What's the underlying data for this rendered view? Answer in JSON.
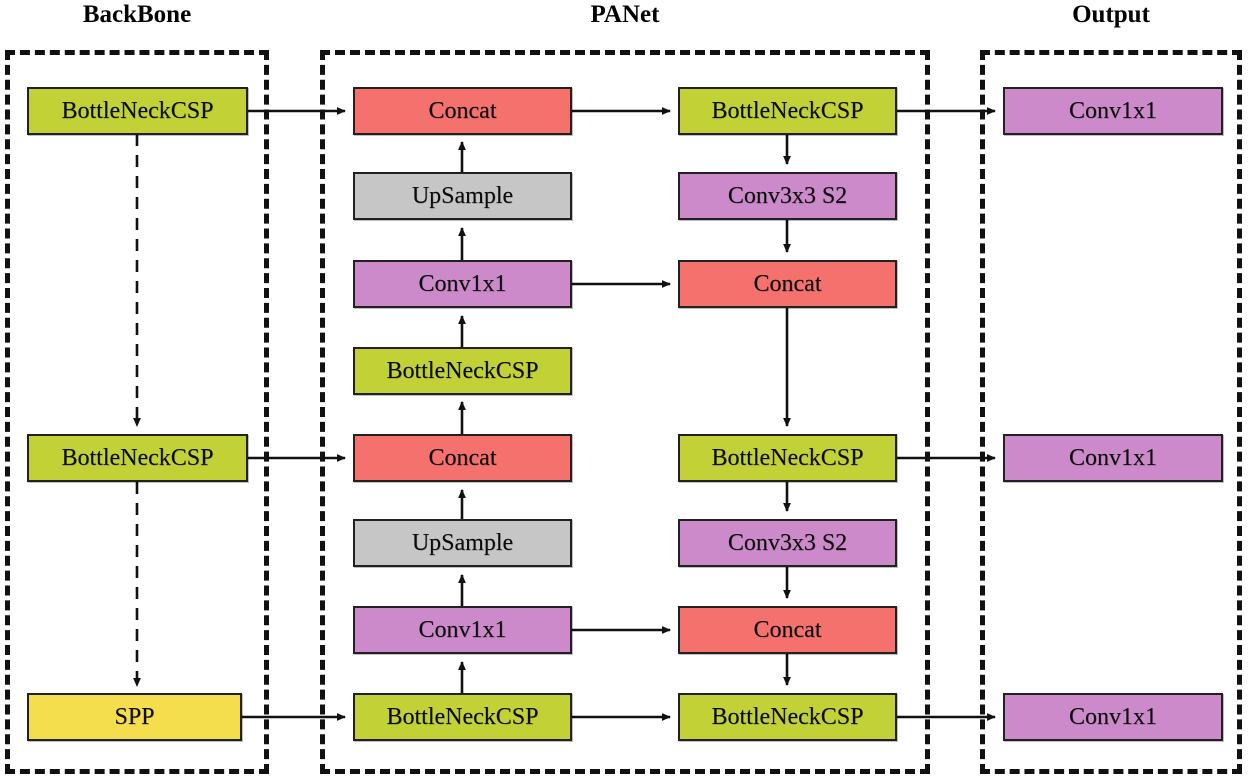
{
  "diagram": {
    "title_font_weight": "bold",
    "colors": {
      "green": "#c2d236",
      "red": "#f4716e",
      "purple": "#cc8acb",
      "gray": "#c6c6c6",
      "yellow": "#f5de4e",
      "stroke": "#212121",
      "dashed_border": "#111111",
      "background": "#ffffff"
    },
    "sections": [
      {
        "id": "backbone",
        "title": "BackBone"
      },
      {
        "id": "panet",
        "title": "PANet"
      },
      {
        "id": "output",
        "title": "Output"
      }
    ],
    "nodes": {
      "backbone": [
        {
          "id": "bb-csp-1",
          "label": "BottleNeckCSP",
          "color": "green"
        },
        {
          "id": "bb-csp-2",
          "label": "BottleNeckCSP",
          "color": "green"
        },
        {
          "id": "bb-spp",
          "label": "SPP",
          "color": "yellow"
        }
      ],
      "panet_left": [
        {
          "id": "pl-concat-1",
          "label": "Concat",
          "color": "red"
        },
        {
          "id": "pl-up-1",
          "label": "UpSample",
          "color": "gray"
        },
        {
          "id": "pl-conv-1",
          "label": "Conv1x1",
          "color": "purple"
        },
        {
          "id": "pl-csp-1",
          "label": "BottleNeckCSP",
          "color": "green"
        },
        {
          "id": "pl-concat-2",
          "label": "Concat",
          "color": "red"
        },
        {
          "id": "pl-up-2",
          "label": "UpSample",
          "color": "gray"
        },
        {
          "id": "pl-conv-2",
          "label": "Conv1x1",
          "color": "purple"
        },
        {
          "id": "pl-csp-2",
          "label": "BottleNeckCSP",
          "color": "green"
        }
      ],
      "panet_right": [
        {
          "id": "pr-csp-1",
          "label": "BottleNeckCSP",
          "color": "green"
        },
        {
          "id": "pr-conv-1",
          "label": "Conv3x3 S2",
          "color": "purple"
        },
        {
          "id": "pr-concat-1",
          "label": "Concat",
          "color": "red"
        },
        {
          "id": "pr-csp-2",
          "label": "BottleNeckCSP",
          "color": "green"
        },
        {
          "id": "pr-conv-2",
          "label": "Conv3x3 S2",
          "color": "purple"
        },
        {
          "id": "pr-concat-2",
          "label": "Concat",
          "color": "red"
        },
        {
          "id": "pr-csp-3",
          "label": "BottleNeckCSP",
          "color": "green"
        }
      ],
      "output": [
        {
          "id": "out-conv-1",
          "label": "Conv1x1",
          "color": "purple"
        },
        {
          "id": "out-conv-2",
          "label": "Conv1x1",
          "color": "purple"
        },
        {
          "id": "out-conv-3",
          "label": "Conv1x1",
          "color": "purple"
        }
      ]
    }
  }
}
